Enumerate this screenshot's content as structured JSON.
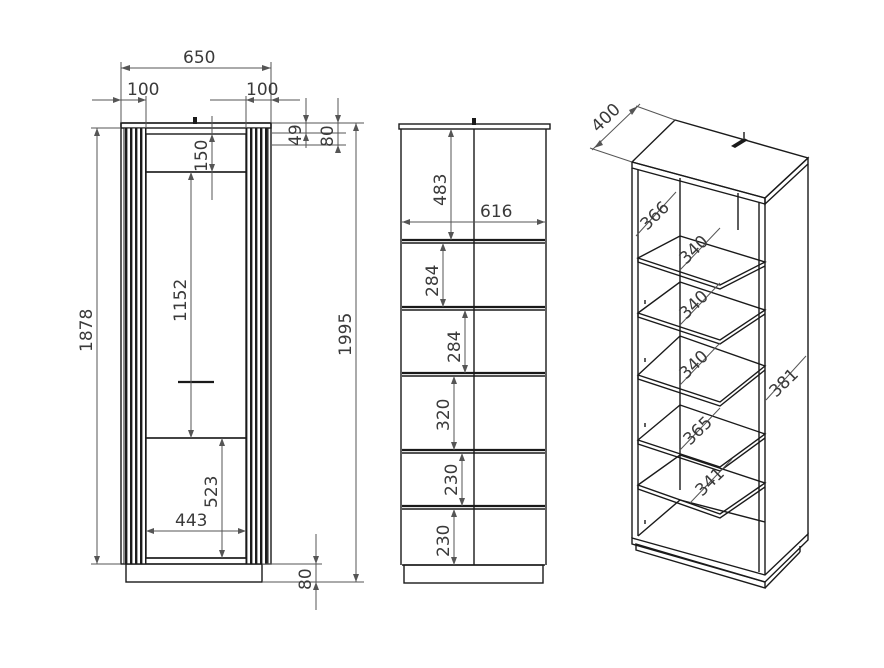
{
  "front_view": {
    "width_total": "650",
    "side_left": "100",
    "side_right": "100",
    "top_gap": "150",
    "glass_height": "1152",
    "lower_height": "523",
    "inner_width": "443",
    "body_height": "1878",
    "total_height": "1995",
    "plinth": "80",
    "top_49": "49",
    "top_80": "80"
  },
  "inner_view": {
    "inner_width": "616",
    "shelves": [
      "483",
      "284",
      "284",
      "320",
      "230",
      "230"
    ]
  },
  "iso_view": {
    "depth": "400",
    "side_depth": "381",
    "shelf_depths": [
      "366",
      "340",
      "340",
      "340",
      "365",
      "341"
    ]
  }
}
